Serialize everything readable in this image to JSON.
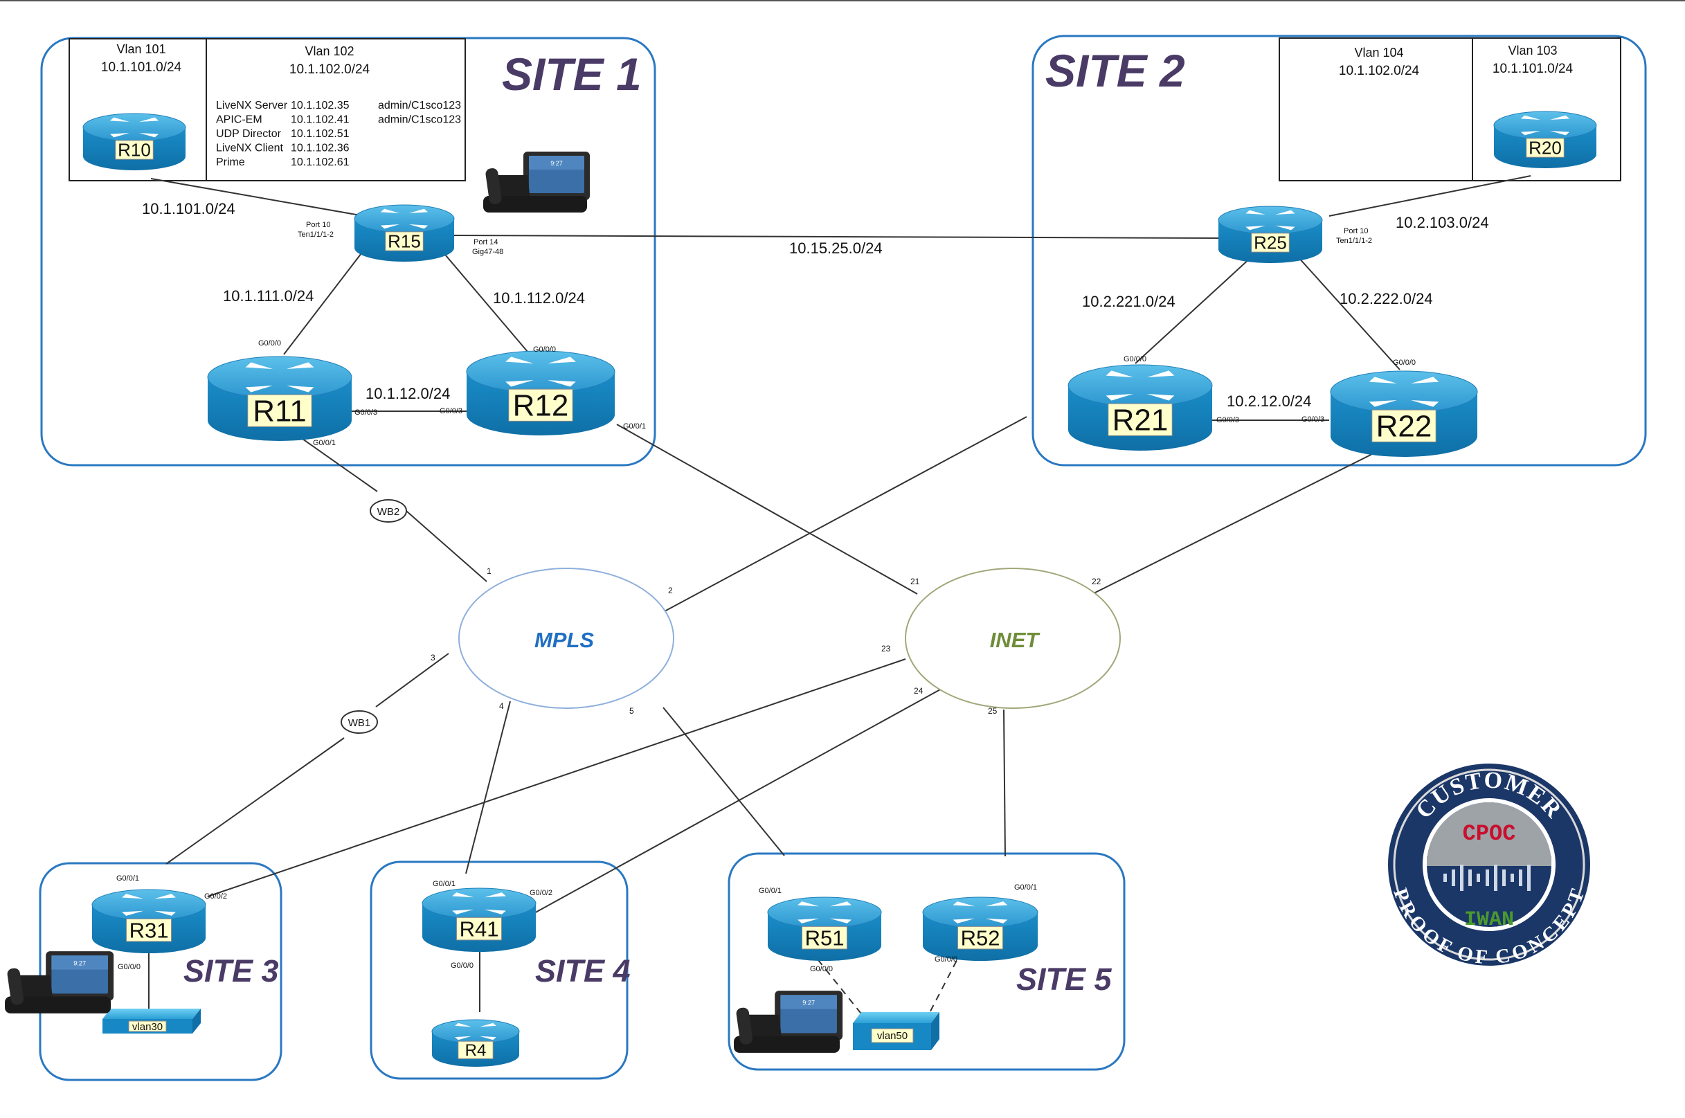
{
  "sites": {
    "site1": "SITE 1",
    "site2": "SITE 2",
    "site3": "SITE 3",
    "site4": "SITE 4",
    "site5": "SITE 5"
  },
  "clouds": {
    "mpls": "MPLS",
    "inet": "INET"
  },
  "vlans": {
    "v101": {
      "title": "Vlan 101",
      "subnet": "10.1.101.0/24"
    },
    "v102": {
      "title": "Vlan 102",
      "subnet": "10.1.102.0/24"
    },
    "v104": {
      "title": "Vlan 104",
      "subnet": "10.1.102.0/24"
    },
    "v103": {
      "title": "Vlan 103",
      "subnet": "10.1.101.0/24"
    }
  },
  "servers": [
    {
      "name": "LiveNX Server",
      "ip": "10.1.102.35",
      "cred": "admin/C1sco123"
    },
    {
      "name": "APIC-EM",
      "ip": "10.1.102.41",
      "cred": "admin/C1sco123"
    },
    {
      "name": "UDP Director",
      "ip": "10.1.102.51",
      "cred": ""
    },
    {
      "name": "LiveNX Client",
      "ip": "10.1.102.36",
      "cred": ""
    },
    {
      "name": "Prime",
      "ip": "10.1.102.61",
      "cred": ""
    }
  ],
  "routers": {
    "r10": "R10",
    "r15": "R15",
    "r11": "R11",
    "r12": "R12",
    "r20": "R20",
    "r25": "R25",
    "r21": "R21",
    "r22": "R22",
    "r31": "R31",
    "r41": "R41",
    "r4": "R4",
    "r51": "R51",
    "r52": "R52"
  },
  "switches": {
    "vlan30": "vlan30",
    "vlan50": "vlan50"
  },
  "wan_bridges": {
    "wb1": "WB1",
    "wb2": "WB2"
  },
  "subnets": {
    "s101": "10.1.101.0/24",
    "s111": "10.1.111.0/24",
    "s112": "10.1.112.0/24",
    "s1_12": "10.1.12.0/24",
    "s15_25": "10.15.25.0/24",
    "s2_103": "10.2.103.0/24",
    "s221": "10.2.221.0/24",
    "s222": "10.2.222.0/24",
    "s2_12": "10.2.12.0/24"
  },
  "ports": {
    "r15_port10": "Port 10",
    "r15_ten": "Ten1/1/1-2",
    "r15_port14": "Port 14",
    "r15_gig": "Gig47-48",
    "r25_port10": "Port 10",
    "r25_ten": "Ten1/1/1-2",
    "r11_g000": "G0/0/0",
    "r11_g003": "G0/0/3",
    "r11_g001": "G0/0/1",
    "r12_g000": "G0/0/0",
    "r12_g003": "G0/0/3",
    "r12_g001": "G0/0/1",
    "r21_g000": "G0/0/0",
    "r21_g003": "G0/0/3",
    "r22_g000": "G0/0/0",
    "r22_g003": "G0/0/3",
    "r31_g001": "G0/0/1",
    "r31_g002": "G0/0/2",
    "r31_g000": "G0/0/0",
    "r41_g001": "G0/0/1",
    "r41_g002": "G0/0/2",
    "r41_g000": "G0/0/0",
    "r51_g001": "G0/0/1",
    "r51_g000": "G0/0/0",
    "r52_g001": "G0/0/1",
    "r52_g000": "G0/0/0"
  },
  "link_numbers": {
    "n1": "1",
    "n2": "2",
    "n3": "3",
    "n4": "4",
    "n5": "5",
    "n21": "21",
    "n22": "22",
    "n23": "23",
    "n24": "24",
    "n25": "25"
  },
  "phone_screen": "9:27",
  "badge": {
    "top": "CUSTOMER",
    "brand": "CPOC",
    "product": "IWAN",
    "bottom": "PROOF OF CONCEPT"
  },
  "colors": {
    "router_top": "#34a4d6",
    "router_body": "#1788c4",
    "router_label_bg": "#ffffcc",
    "site_border": "#2a78c2",
    "mpls_border": "#8fb0dc",
    "mpls_text": "#1f6fc2",
    "inet_border": "#a3a77a",
    "inet_text": "#6f8d38",
    "site_text": "#4a3b66",
    "badge_navy": "#1b3768",
    "badge_red": "#c8102e",
    "badge_green": "#4a9a2e"
  }
}
